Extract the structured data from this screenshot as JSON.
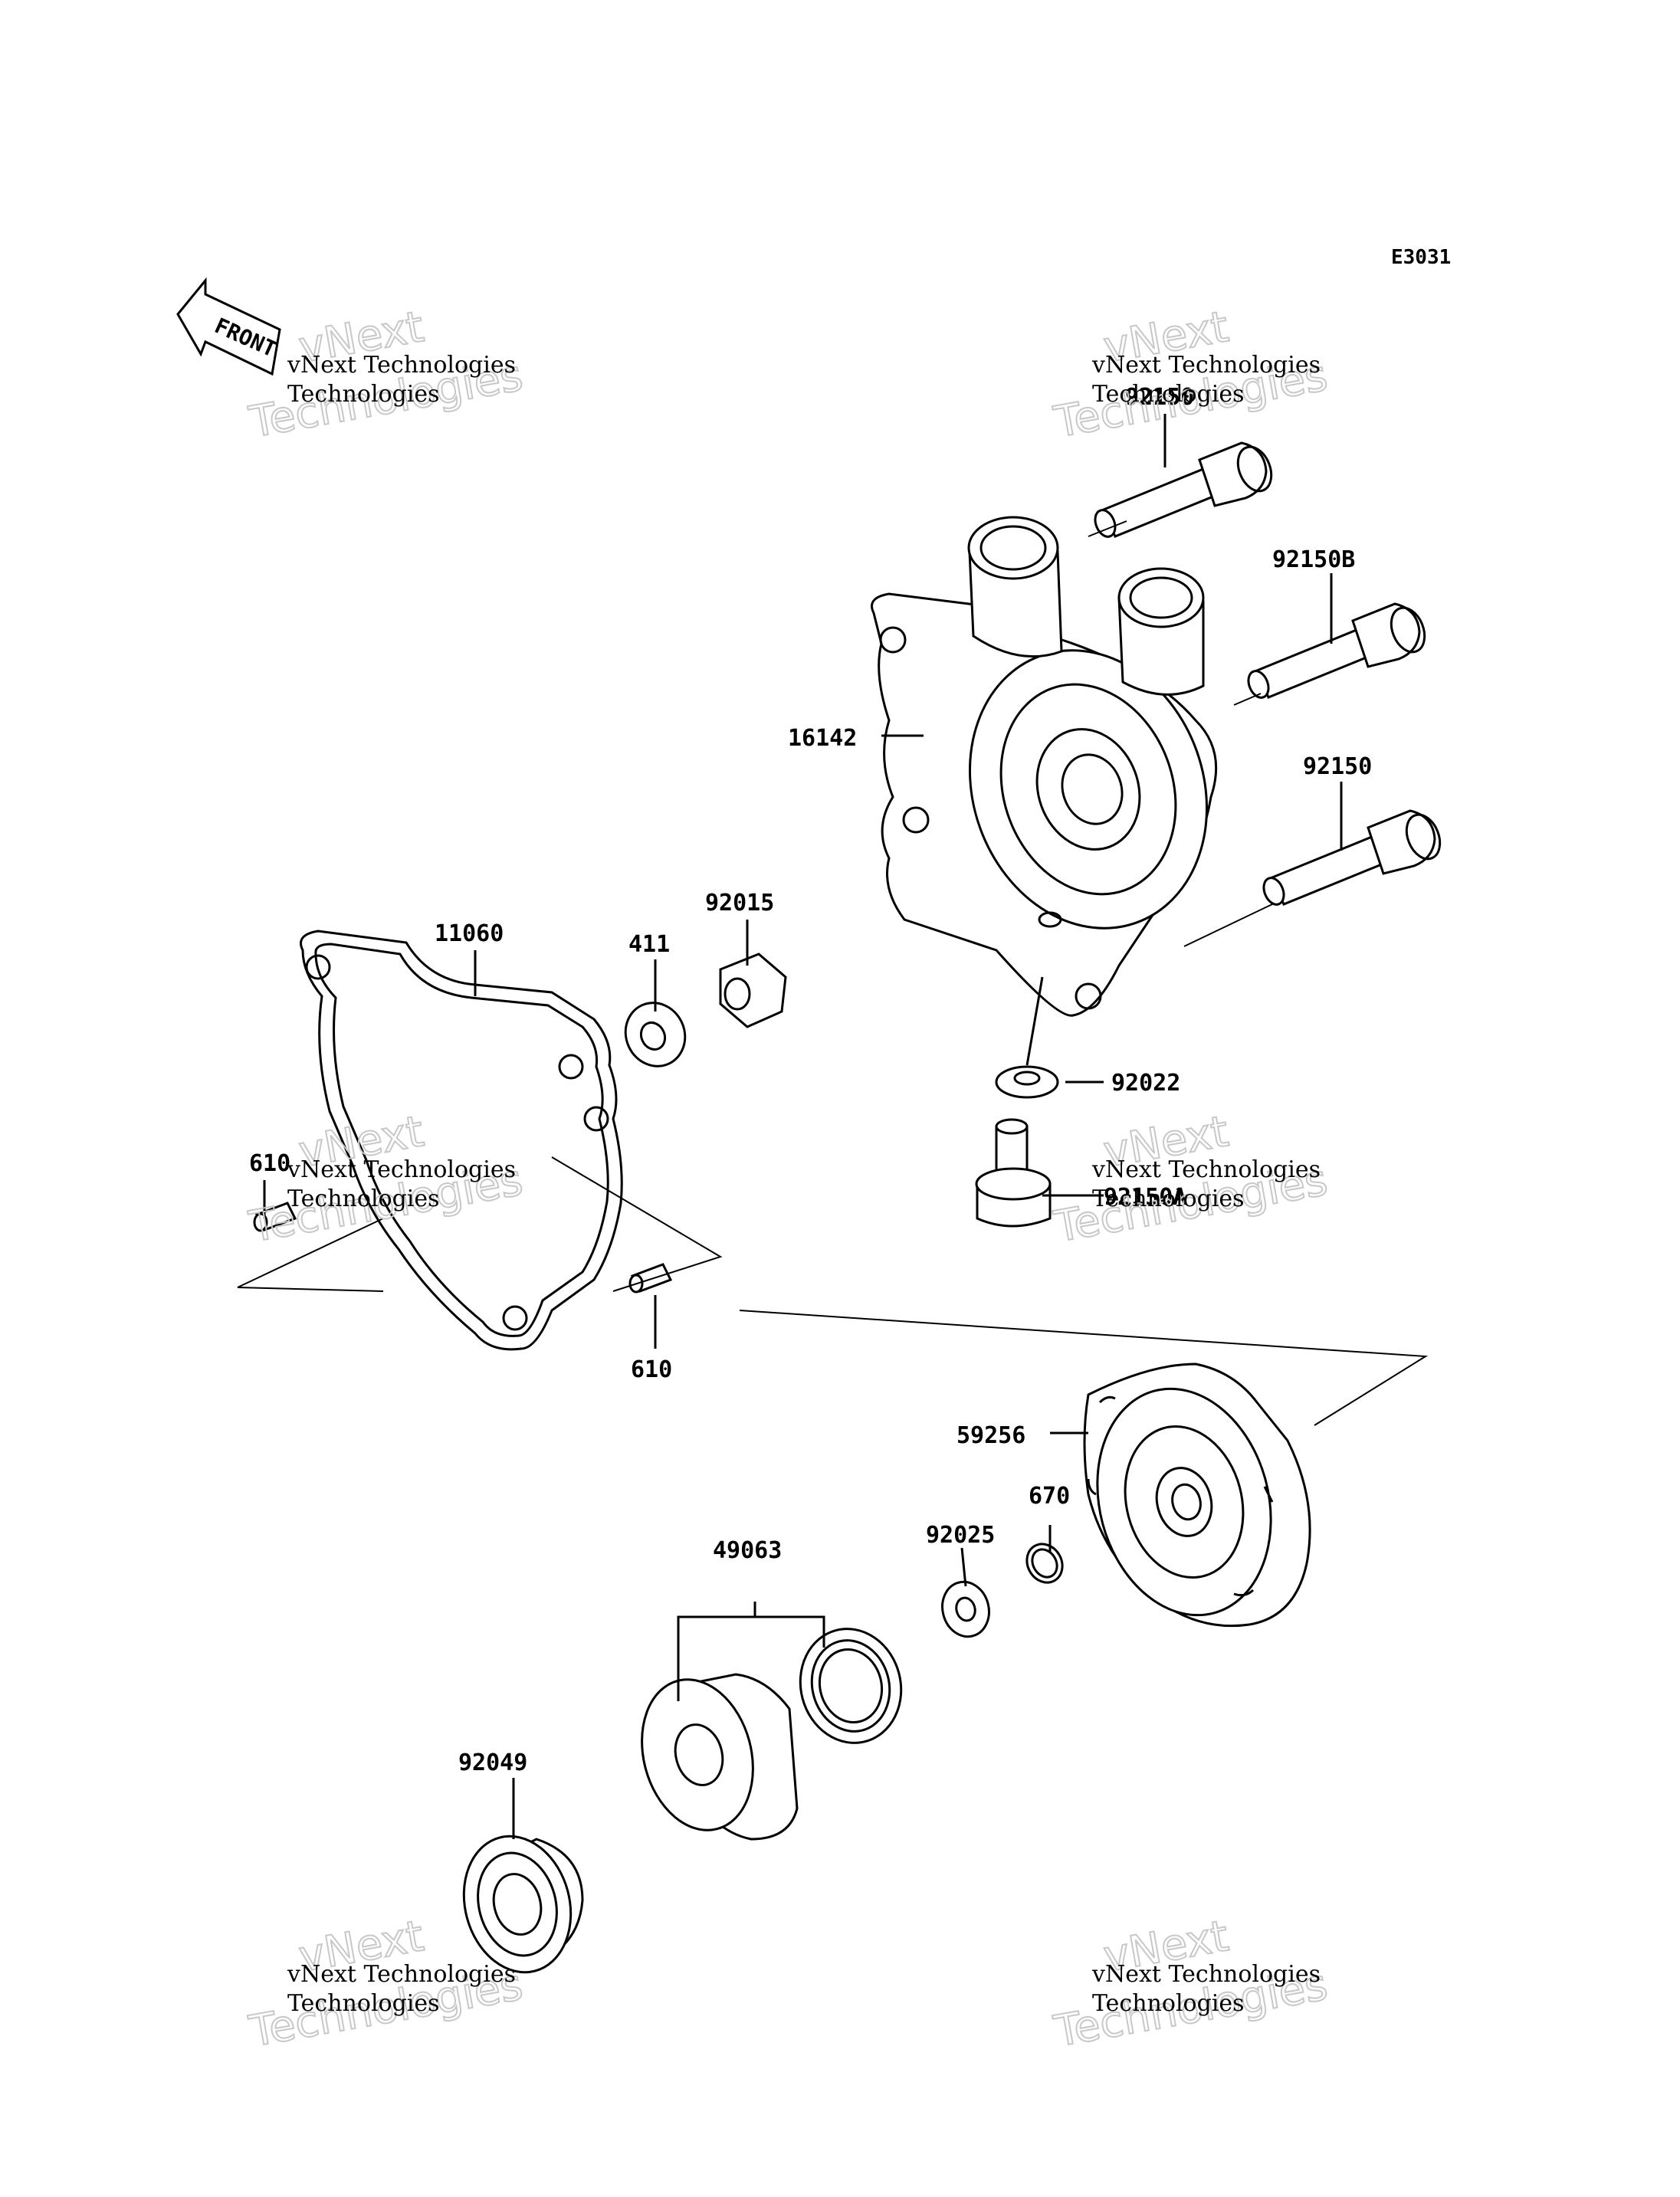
{
  "diagram_code": "E3031",
  "front_label": "FRONT",
  "watermark": {
    "brand": "vNext",
    "line1": "vNext Technologies",
    "line2": "Technologies"
  },
  "parts": {
    "p92150_top": "92150",
    "p92150B": "92150B",
    "p16142": "16142",
    "p92150_mid": "92150",
    "p11060": "11060",
    "p411": "411",
    "p92015": "92015",
    "p92022": "92022",
    "p610_left": "610",
    "p92150A": "92150A",
    "p610_bottom": "610",
    "p59256": "59256",
    "p670": "670",
    "p92025": "92025",
    "p49063": "49063",
    "p92049": "92049"
  }
}
